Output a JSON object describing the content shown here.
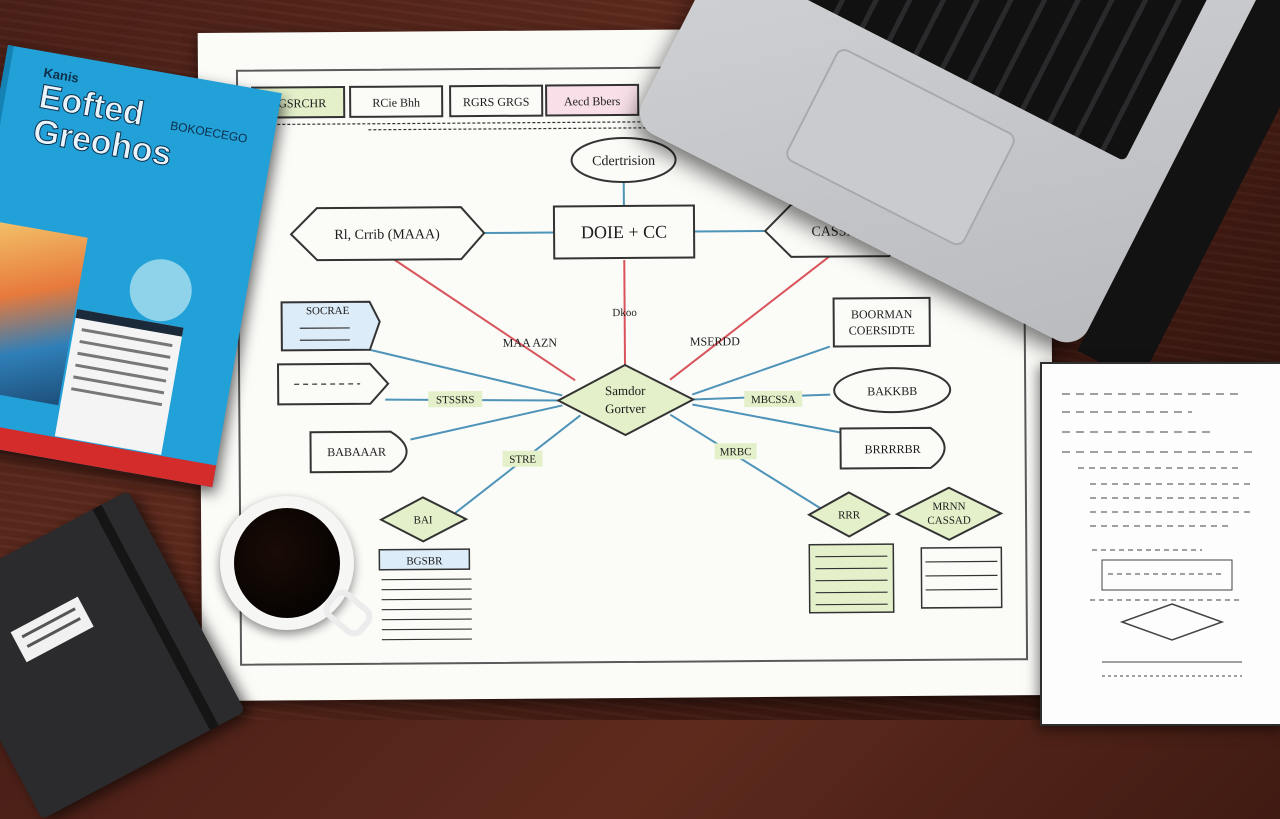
{
  "book": {
    "title_small": "Kanis",
    "title_line1": "Eofted",
    "title_line2": "Greohos",
    "brand": "BOKOECEGO"
  },
  "diagram": {
    "header_labels": [
      "RGSRCHR",
      "RCie Bhh",
      "RGRS GRGS",
      "Aecd Bbers"
    ],
    "top_ellipse": "Cdertrision",
    "center_box": "DOIE + CC",
    "left_hex": "Rl, Crrib (MAAA)",
    "right_hex": "CASSAD",
    "center_diamond_line1": "Samdor",
    "center_diamond_line2": "Gortver",
    "connector_labels": [
      "MAA AZN",
      "Dkoo",
      "MSERDD",
      "STSSRS",
      "STRE",
      "MBCSSA",
      "MRBC"
    ],
    "right_box_line1": "BOORMAN",
    "right_box_line2": "COERSIDTE",
    "right_ellipse_1": "BAKKBB",
    "right_ellipse_2": "BRRRRBR",
    "left_ellipse": "BABAAAR",
    "small_diamond_left": "BAI",
    "small_diamond_right": "RRR",
    "right_diamond_line1": "MRNN",
    "right_diamond_line2": "CASSAD",
    "left_table_header": "BGSBR",
    "top_left_label": "SOCRAE"
  },
  "colors": {
    "accent_green": "#e3f0c9",
    "accent_blue": "#dcecf9",
    "accent_pink": "#f8dfe8",
    "line_red": "#d9535b",
    "line_blue": "#4e93b8"
  }
}
